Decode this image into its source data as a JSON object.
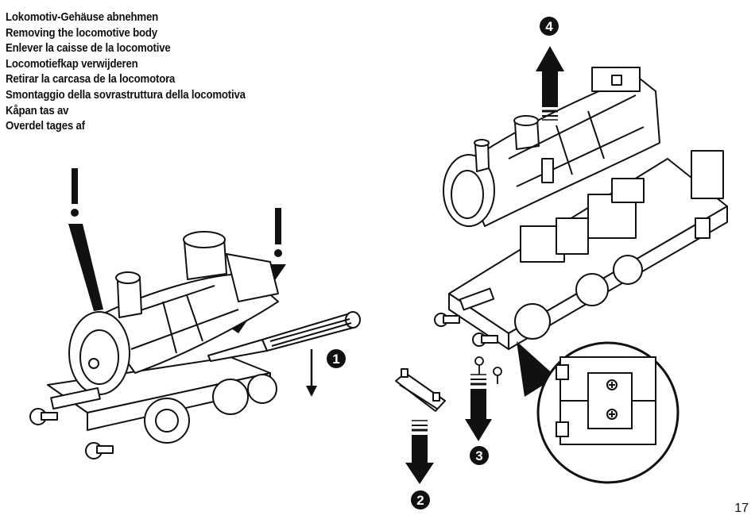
{
  "titles": [
    "Lokomotiv-Gehäuse abnehmen",
    "Removing the locomotive body",
    "Enlever la caisse de la locomotive",
    "Locomotiefkap verwijderen",
    "Retirar la carcasa de la locomotora",
    "Smontaggio della sovrastruttura della locomotiva",
    "Kåpan tas av",
    "Overdel tages af"
  ],
  "steps": {
    "step1": "1",
    "step2": "2",
    "step3": "3",
    "step4": "4"
  },
  "page_number": "17"
}
